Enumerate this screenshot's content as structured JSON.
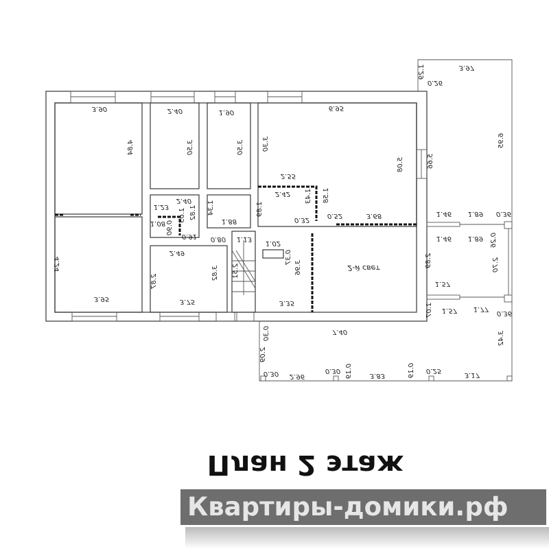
{
  "title": "План 2 этаж",
  "watermark": "Квартиры-домики.рф",
  "room_label": "2-й свет",
  "accent_color": "#7cb85a",
  "dims": [
    "3.90",
    "2.40",
    "1.90",
    "6.95",
    "3.97",
    "1.29",
    "0.26",
    "4.84",
    "3.50",
    "3.50",
    "3.30",
    "5.08",
    "5.66",
    "6.95",
    "2.55",
    "2.42",
    "1.43",
    "1.58",
    "0.32",
    "0.52",
    "3.68",
    "1.23",
    "2.40",
    "1.82",
    "1.05",
    "1.08",
    "0.90",
    "0.91",
    "1.34",
    "1.88",
    "1.89",
    "1.46",
    "1.89",
    "0.36",
    "1.46",
    "1.89",
    "0.26",
    "2.70",
    "0.80",
    "1.13",
    "1.02",
    "0.37",
    "2.49",
    "2.51",
    "3.96",
    "2.89",
    "3.82",
    "2.87",
    "4.24",
    "1.57",
    "1.57",
    "1.07",
    "1.77",
    "0.36",
    "3.95",
    "3.75",
    "3.35",
    "7.40",
    "3.42",
    "0.30",
    "2.09",
    "0.30",
    "2.96",
    "0.30",
    "0.19",
    "3.83",
    "0.19",
    "0.25",
    "3.17"
  ]
}
